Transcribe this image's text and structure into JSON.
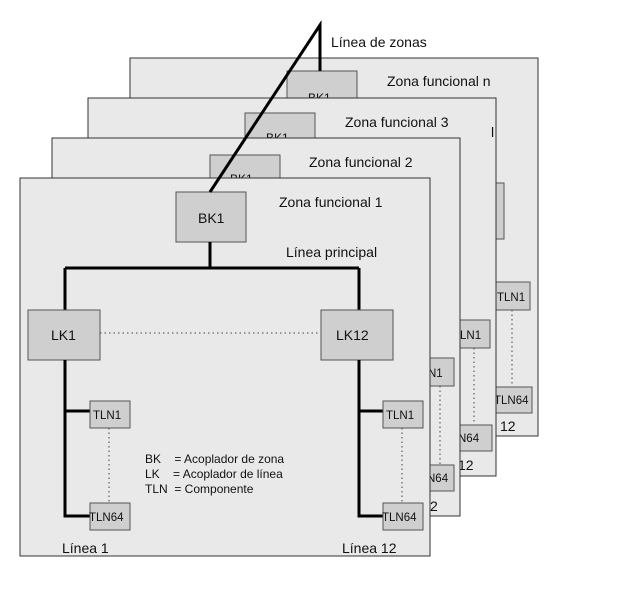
{
  "line_zones": "Línea de zonas",
  "main_line": "Línea principal",
  "zones": {
    "n": "Zona funcional n",
    "three": "Zona funcional 3",
    "two": "Zona funcional 2",
    "one": "Zona funcional 1"
  },
  "labels": {
    "bk1": "BK1",
    "lk1": "LK1",
    "lk12": "LK12",
    "tln1": "TLN1",
    "tln64": "TLN64",
    "line1": "Línea 1",
    "line12": "Línea 12",
    "peek_12": "12",
    "peek_n1": "N1",
    "peek_ln1": "LN1",
    "peek_n64": "N64",
    "peek_2": "2",
    "peek_l": "l"
  },
  "legend": {
    "bk": "BK    = Acoplador de zona",
    "lk": "LK    = Acoplador de línea",
    "tln": "TLN  = Componente"
  }
}
